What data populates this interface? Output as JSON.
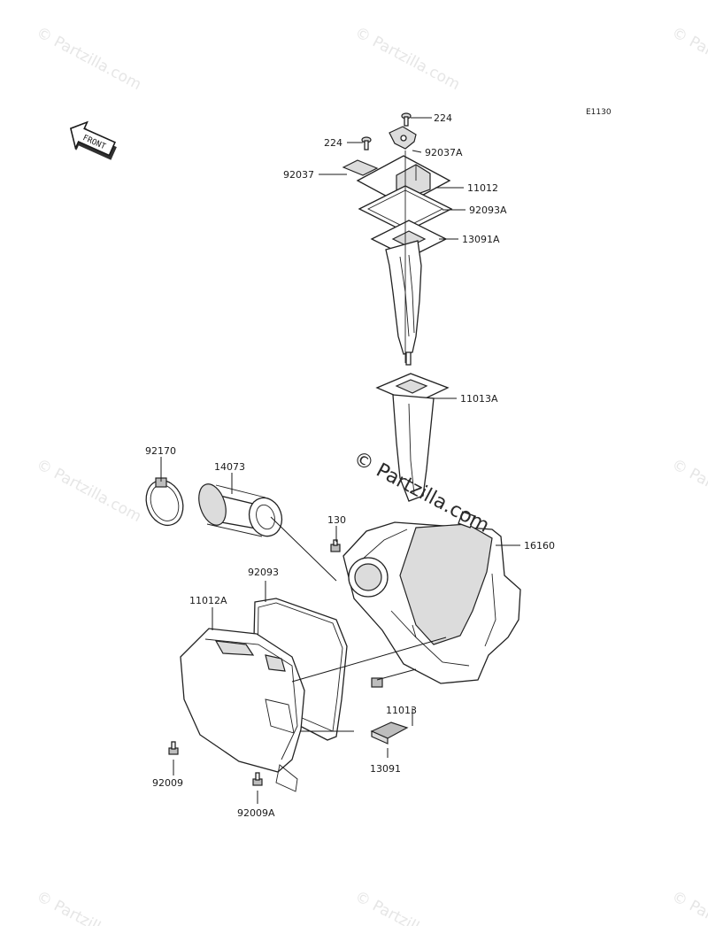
{
  "diagram_code": "E1130",
  "front_label": "FRONT",
  "watermark": "© Partzilla.com",
  "center_watermark": "© Partzilla.com",
  "callouts": {
    "p224_top": "224",
    "p224_left": "224",
    "p92037A": "92037A",
    "p92037": "92037",
    "p11012": "11012",
    "p92093A": "92093A",
    "p13091A": "13091A",
    "p11013A": "11013A",
    "p92170": "92170",
    "p14073": "14073",
    "p130": "130",
    "p16160": "16160",
    "p92093": "92093",
    "p11012A": "11012A",
    "p11013": "11013",
    "p13091": "13091",
    "p92009": "92009",
    "p92009A": "92009A"
  }
}
